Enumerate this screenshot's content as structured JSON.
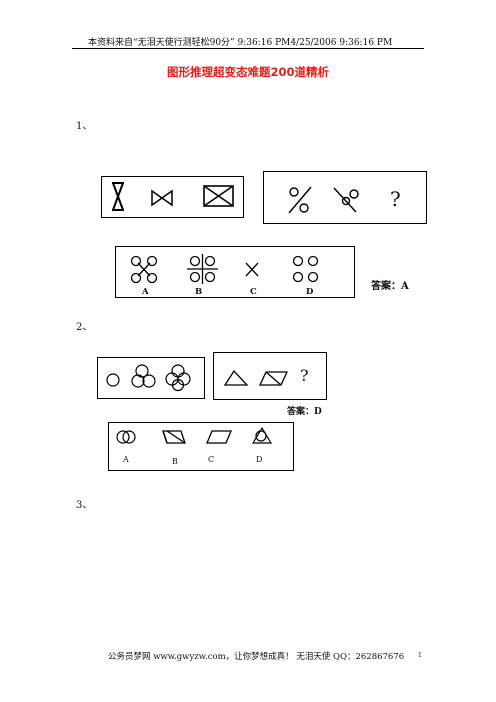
{
  "header": {
    "text": "本资料来自“无泪天使行测轻松90分”        9:36:16 PM4/25/2006     9:36:16 PM"
  },
  "title": "图形推理超变态难题200道精析",
  "questions": [
    {
      "number": "1、",
      "question_mark": "?",
      "options": [
        "A",
        "B",
        "C",
        "D"
      ],
      "answer": "答案：A"
    },
    {
      "number": "2、",
      "question_mark": "?",
      "options": [
        "A",
        "B",
        "C",
        "D"
      ],
      "answer": "答案：D"
    },
    {
      "number": "3、"
    }
  ],
  "footer": {
    "text": "公务员梦网 www.gwyzw.com，让你梦想成真！  无泪天使 QQ：262867676",
    "page": "1"
  }
}
